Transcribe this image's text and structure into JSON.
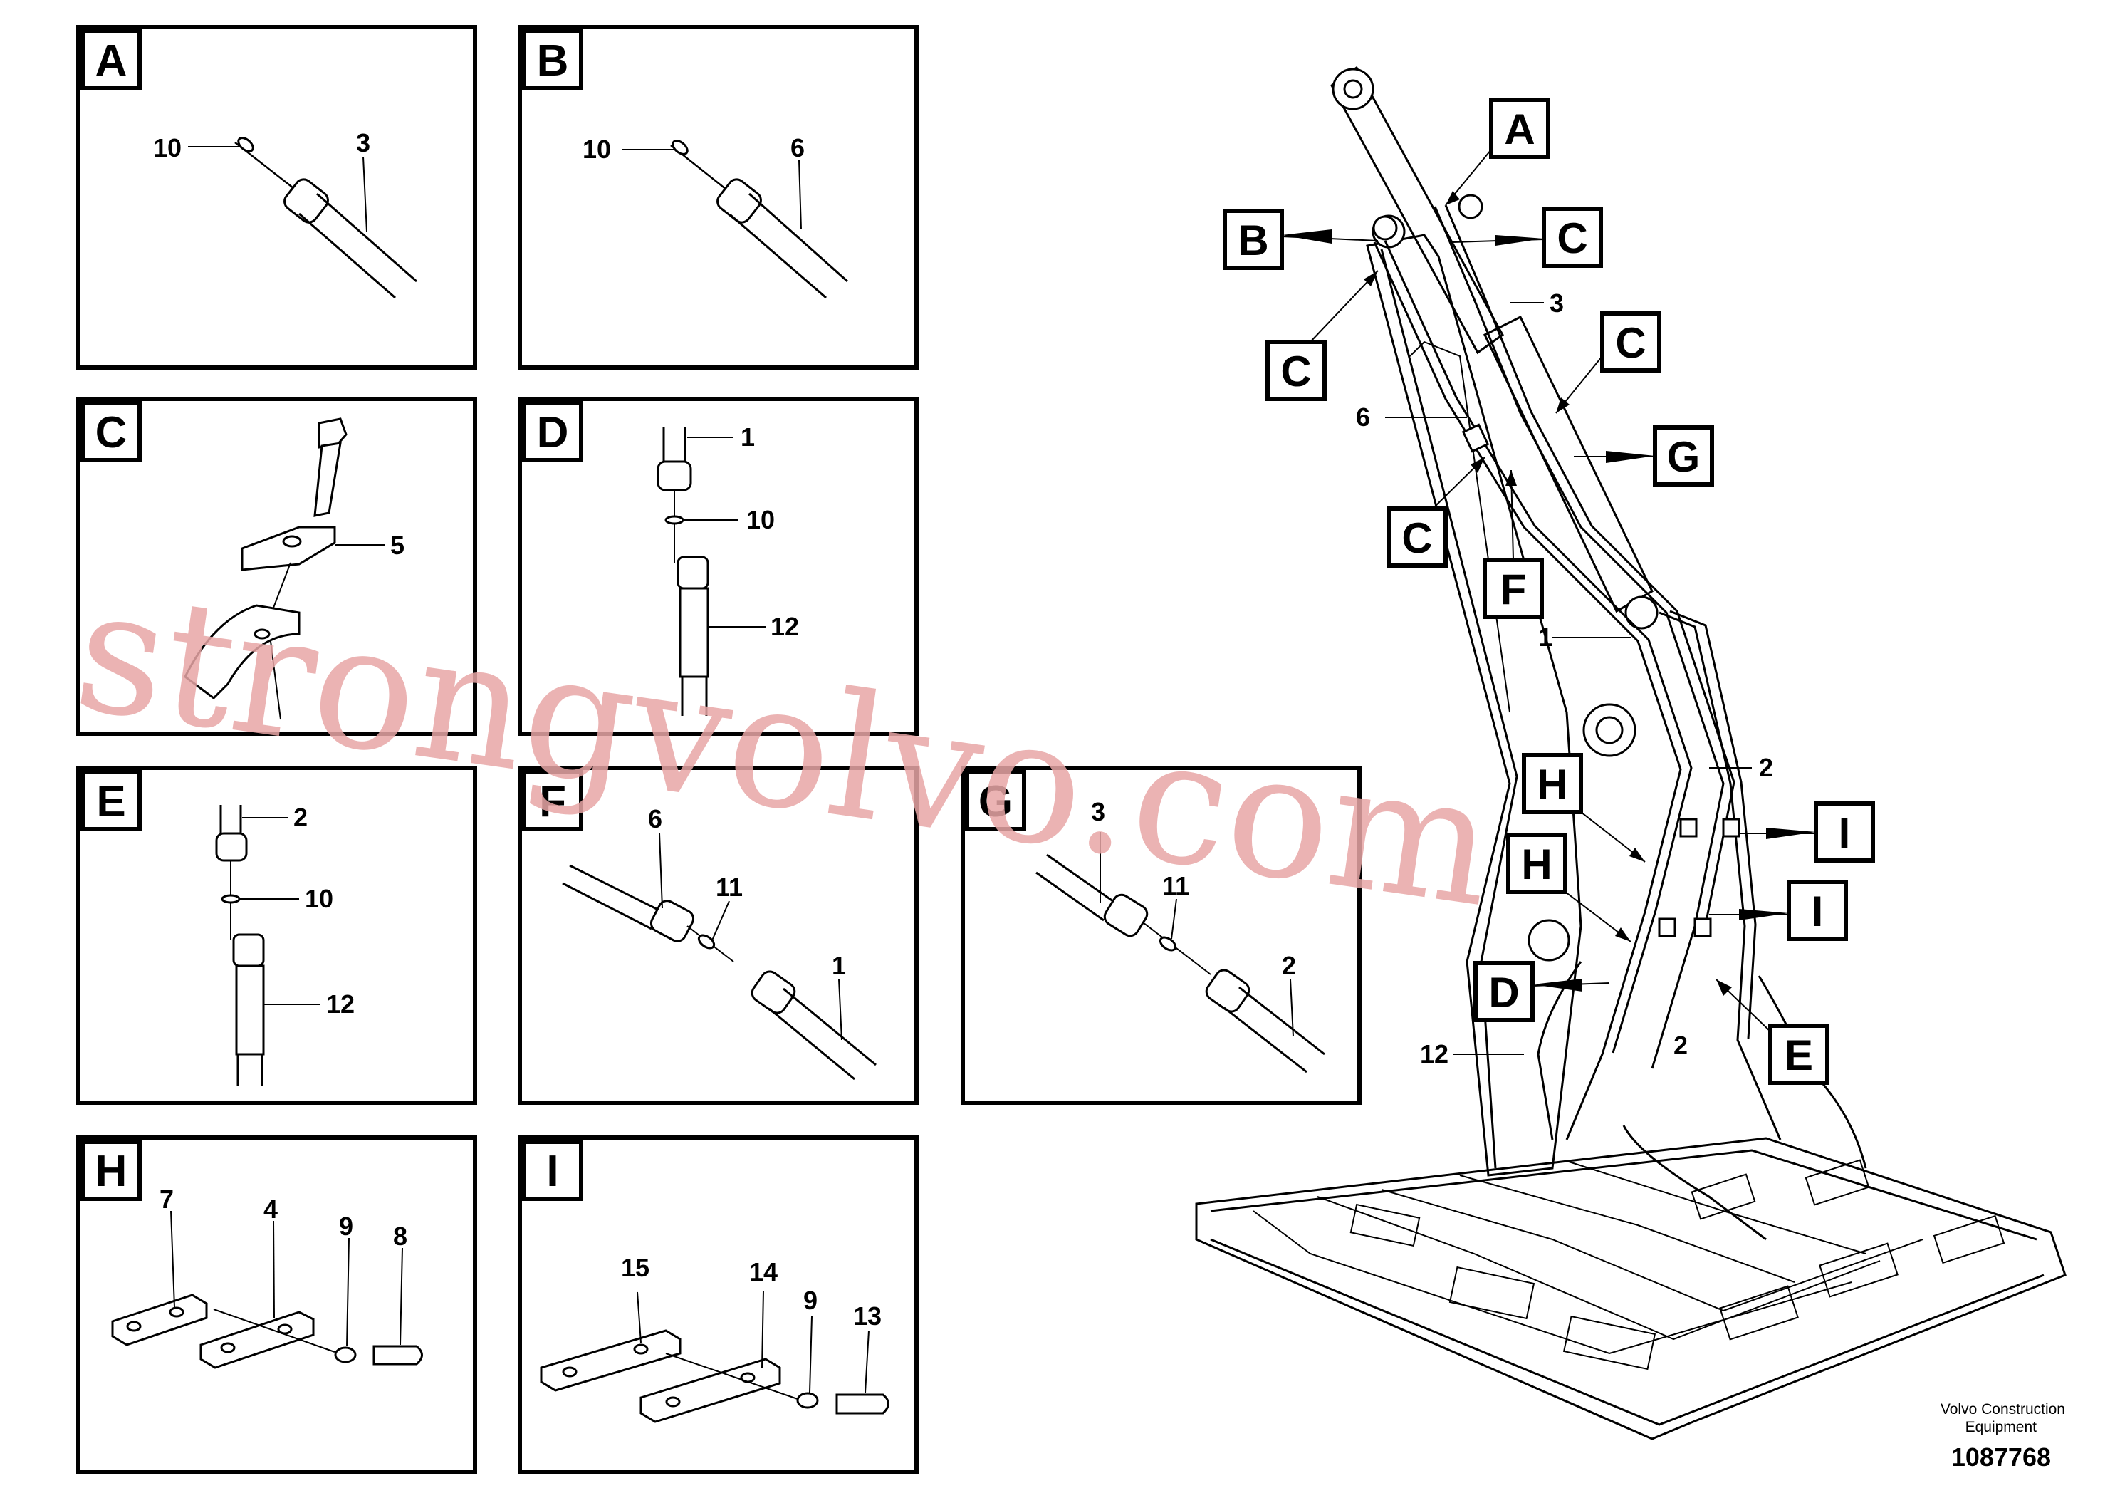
{
  "panels": {
    "A": {
      "letter": "A",
      "labels": {
        "10": "10",
        "3": "3"
      }
    },
    "B": {
      "letter": "B",
      "labels": {
        "10": "10",
        "6": "6"
      }
    },
    "C": {
      "letter": "C",
      "labels": {
        "5": "5"
      }
    },
    "D": {
      "letter": "D",
      "labels": {
        "1": "1",
        "10": "10",
        "12": "12"
      }
    },
    "E": {
      "letter": "E",
      "labels": {
        "2": "2",
        "10": "10",
        "12": "12"
      }
    },
    "F": {
      "letter": "F",
      "labels": {
        "6": "6",
        "11": "11",
        "1": "1"
      }
    },
    "G": {
      "letter": "G",
      "labels": {
        "3": "3",
        "11": "11",
        "2": "2"
      }
    },
    "H": {
      "letter": "H",
      "labels": {
        "7": "7",
        "4": "4",
        "9": "9",
        "8": "8"
      }
    },
    "I": {
      "letter": "I",
      "labels": {
        "15": "15",
        "14": "14",
        "9": "9",
        "13": "13"
      }
    }
  },
  "main_tags": {
    "A": "A",
    "B": "B",
    "C": "C",
    "D": "D",
    "E": "E",
    "F": "F",
    "G": "G",
    "H": "H",
    "I": "I"
  },
  "main_labels": {
    "3": "3",
    "6": "6",
    "1": "1",
    "2": "2",
    "12": "12"
  },
  "footer": {
    "company_line1": "Volvo Construction",
    "company_line2": "Equipment",
    "drawing_number": "1087768"
  },
  "watermark": "strongvolvo.com"
}
